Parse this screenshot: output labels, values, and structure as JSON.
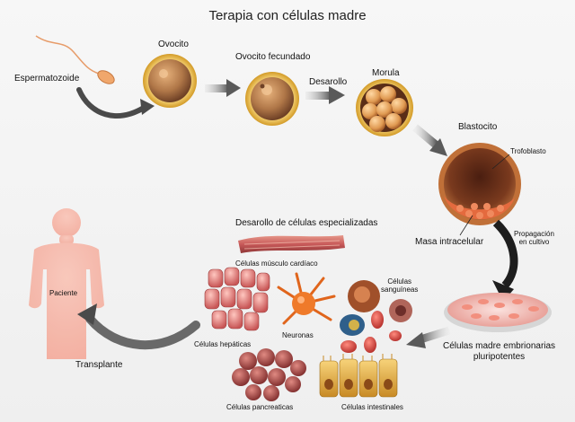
{
  "title": "Terapia con células madre",
  "labels": {
    "espermatozoide": "Espermatozoide",
    "ovocito": "Ovocito",
    "ovocito_fecundado": "Ovocito fecundado",
    "desarollo": "Desarollo",
    "morula": "Morula",
    "blastocito": "Blastocito",
    "trofoblasto": "Trofoblasto",
    "masa_intracelular": "Masa intracelular",
    "propagacion_1": "Propagación",
    "propagacion_2": "en cultivo",
    "pluripotentes_1": "Células madre embrionarias",
    "pluripotentes_2": "pluripotentes",
    "especializadas": "Desarollo de células especializadas",
    "musculo": "Células músculo cardíaco",
    "sanguineas_1": "Células",
    "sanguineas_2": "sanguíneas",
    "neuronas": "Neuronas",
    "hepaticas": "Células hepáticas",
    "pancreaticas": "Células pancreaticas",
    "intestinales": "Células intestinales",
    "paciente": "Paciente",
    "transplante": "Transplante"
  },
  "colors": {
    "arrow": "#5a5a5a",
    "zona": "#e9b93c",
    "cytoplasm": "#b07748",
    "morula_cell": "#e09a52",
    "blastocyst_shell": "#8a4a2a",
    "inner_mass": "#e0603a",
    "dish_medium": "#f2b7b0",
    "muscle": "#c85a5a",
    "liver": "#e07b7b",
    "neuron": "#ef7a2a",
    "blood_red": "#c8262a",
    "blood_blue": "#2f5f8a",
    "pancreas": "#b84b4b",
    "intestinal": "#e2a63a",
    "body": "#f3b0a4"
  }
}
